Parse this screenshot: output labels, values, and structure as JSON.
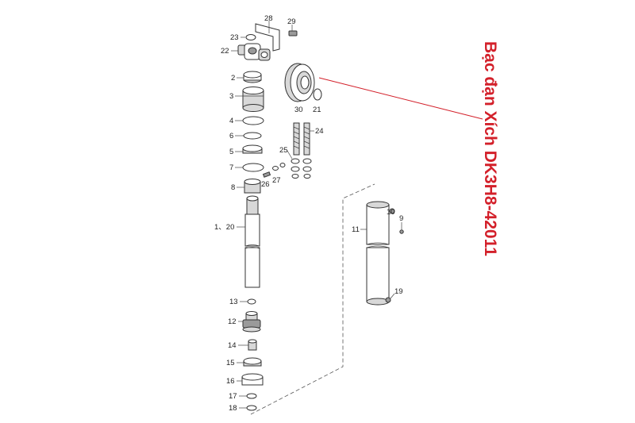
{
  "labels": {
    "p1_20": "1、20",
    "p2": "2",
    "p3": "3",
    "p4": "4",
    "p5": "5",
    "p6": "6",
    "p7": "7",
    "p8": "8",
    "p9": "9",
    "p10": "10",
    "p11": "11",
    "p12": "12",
    "p13": "13",
    "p14": "14",
    "p15": "15",
    "p16": "16",
    "p17": "17",
    "p18": "18",
    "p19": "19",
    "p21": "21",
    "p22": "22",
    "p23": "23",
    "p24": "24",
    "p25": "25",
    "p26": "26",
    "p27": "27",
    "p28": "28",
    "p29": "29",
    "p30": "30"
  },
  "callout": {
    "text": "Bạc đạn Xích DK3H8-42011",
    "color": "#d3202a"
  }
}
